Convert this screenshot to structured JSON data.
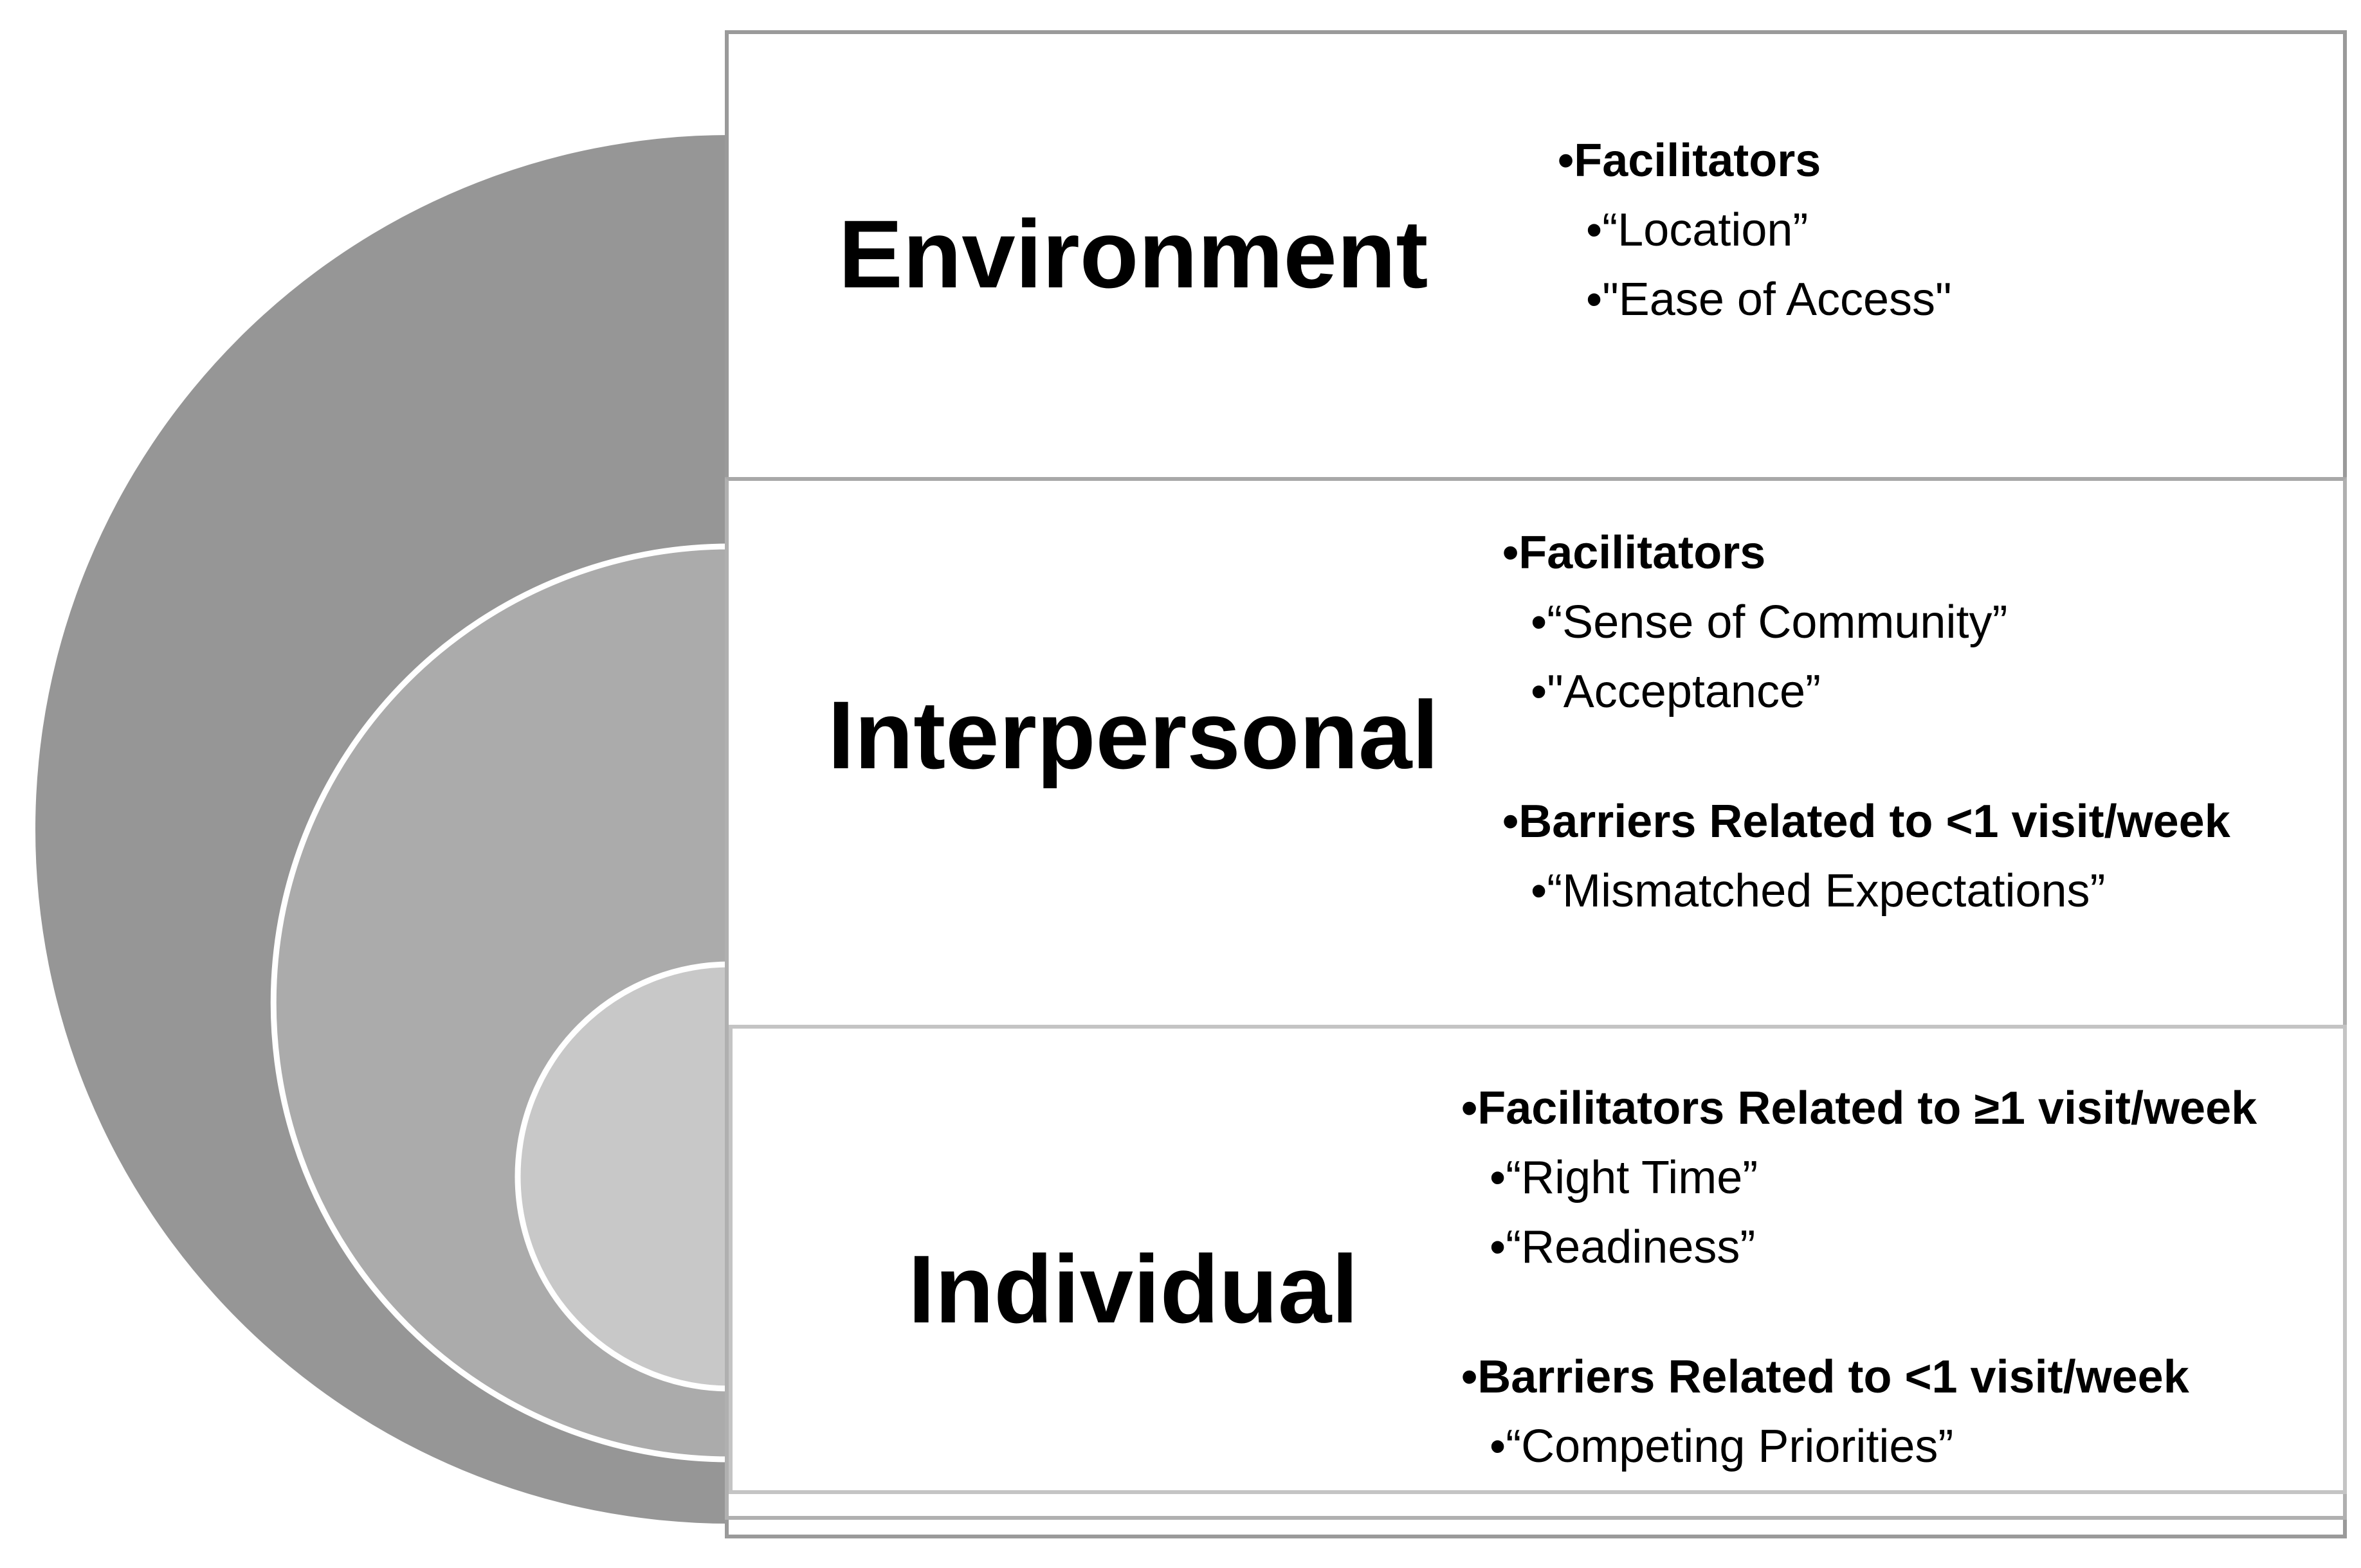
{
  "levels": {
    "environment": {
      "title": "Environment",
      "groups": [
        {
          "heading": "•Facilitators",
          "items": [
            "•“Location”",
            "•\"Ease of Access\""
          ]
        }
      ]
    },
    "interpersonal": {
      "title": "Interpersonal",
      "groups": [
        {
          "heading": "•Facilitators",
          "items": [
            "•“Sense of Community”",
            "•\"Acceptance”"
          ]
        },
        {
          "heading": "•Barriers Related to <1 visit/week",
          "items": [
            "•“Mismatched Expectations”"
          ]
        }
      ]
    },
    "individual": {
      "title": "Individual",
      "groups": [
        {
          "heading": "•Facilitators Related to ≥1 visit/week",
          "items": [
            "•“Right Time”",
            "•“Readiness”"
          ]
        },
        {
          "heading": "•Barriers Related to <1 visit/week",
          "items": [
            "•“Competing Priorities”"
          ]
        }
      ]
    }
  },
  "colors": {
    "outer_arc": "#969696",
    "middle_arc": "#ababab",
    "inner_arc": "#c8c8c8",
    "arc_stroke": "#ffffff"
  }
}
